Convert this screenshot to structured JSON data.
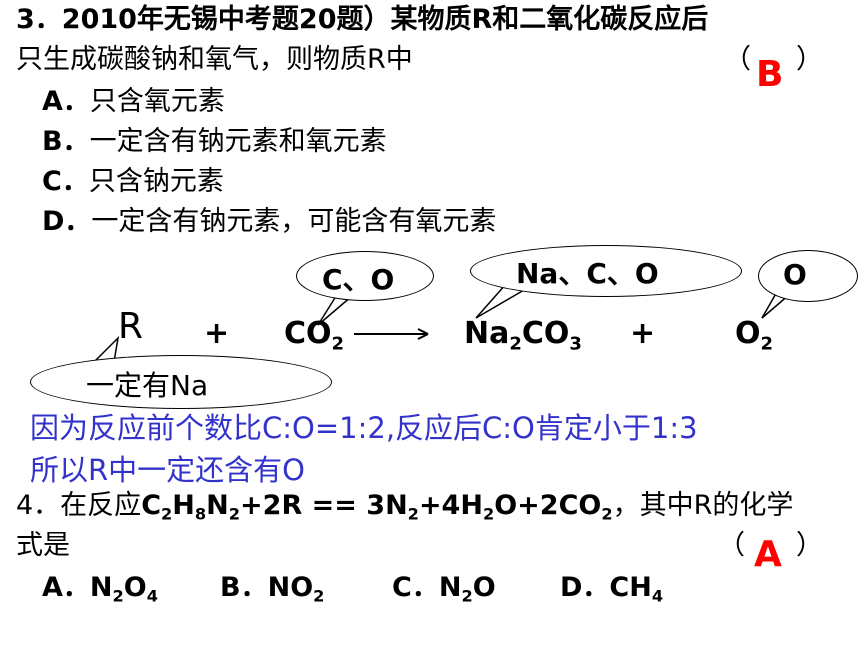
{
  "q3": {
    "line1": "3．2010年无锡中考题20题）某物质R和二氧化碳反应后",
    "line2": "只生成碳酸钠和氧气，则物质R中",
    "paren_open": "（",
    "paren_close": "）",
    "answer": "B",
    "options": [
      {
        "letter": "A．",
        "text": "只含氧元素"
      },
      {
        "letter": "B．",
        "text": "一定含有钠元素和氧元素"
      },
      {
        "letter": "C．",
        "text": "只含钠元素"
      },
      {
        "letter": "D．",
        "text": "一定含有钠元素，可能含有氧元素"
      }
    ]
  },
  "equation": {
    "r": "R",
    "plus1": "+",
    "co2_main": "CO",
    "co2_sub": "2",
    "na2co3_a": "Na",
    "na2co3_sub1": "2",
    "na2co3_b": "CO",
    "na2co3_sub2": "3",
    "plus2": "+",
    "o2_main": "O",
    "o2_sub": "2"
  },
  "bubbles": {
    "co2": "C、O",
    "na2co3": "Na、C、O",
    "o2": "O",
    "r": "一定有Na"
  },
  "explanation": {
    "line1": "因为反应前个数比C:O=1:2,反应后C:O肯定小于1:3",
    "line2": "所以R中一定还含有O"
  },
  "q4": {
    "prefix": "4．在反应",
    "formula": {
      "c": "C",
      "c_sub": "2",
      "h": "H",
      "h_sub": "8",
      "n": "N",
      "n_sub": "2",
      "mid": "+2R == 3N",
      "n2_sub": "2",
      "mid2": "+4H",
      "h2_sub": "2",
      "mid3": "O+2CO",
      "co2_sub": "2"
    },
    "suffix": "，其中R的化学",
    "line2": "式是",
    "paren_open": "（",
    "paren_close": "）",
    "answer": "A",
    "options": [
      {
        "letter": "A．",
        "a": "N",
        "s1": "2",
        "b": "O",
        "s2": "4"
      },
      {
        "letter": "B．",
        "a": "NO",
        "s1": "2",
        "b": "",
        "s2": ""
      },
      {
        "letter": "C．",
        "a": "N",
        "s1": "2",
        "b": "O",
        "s2": ""
      },
      {
        "letter": "D．",
        "a": "CH",
        "s1": "4",
        "b": "",
        "s2": ""
      }
    ]
  },
  "colors": {
    "answer": "#ff0000",
    "explanation": "#3333cc"
  }
}
